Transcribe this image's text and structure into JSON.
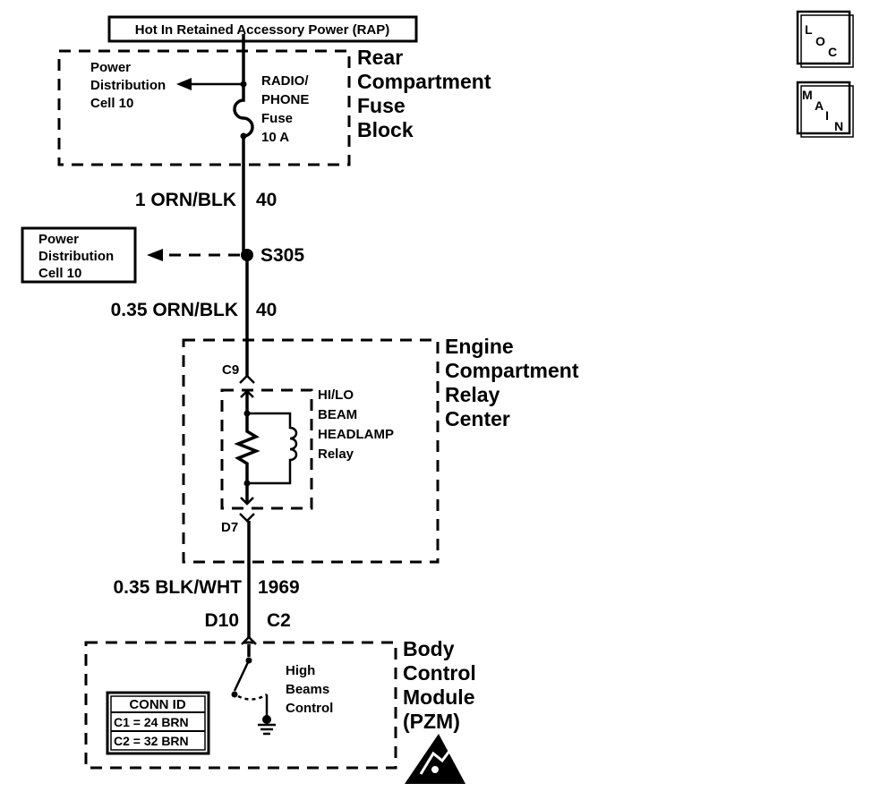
{
  "header": {
    "title": "Hot In Retained Accessory Power (RAP)",
    "nav_loc": [
      "L",
      "O",
      "C"
    ],
    "nav_main": [
      "M",
      "A",
      "I",
      "N"
    ]
  },
  "fuse_block": {
    "name_lines": [
      "Rear",
      "Compartment",
      "Fuse",
      "Block"
    ],
    "power_dist_lines": [
      "Power",
      "Distribution",
      "Cell 10"
    ],
    "fuse_lines": [
      "RADIO/",
      "PHONE",
      "Fuse",
      "10 A"
    ]
  },
  "wire1": {
    "gauge_color": "1 ORN/BLK",
    "circuit": "40"
  },
  "splice": {
    "label": "S305",
    "power_dist_lines": [
      "Power",
      "Distribution",
      "Cell 10"
    ]
  },
  "wire2": {
    "gauge_color": "0.35 ORN/BLK",
    "circuit": "40"
  },
  "relay_center": {
    "name_lines": [
      "Engine",
      "Compartment",
      "Relay",
      "Center"
    ],
    "connector_top": "C9",
    "connector_bottom": "D7",
    "relay_lines": [
      "HI/LO",
      "BEAM",
      "HEADLAMP",
      "Relay"
    ]
  },
  "wire3": {
    "gauge_color": "0.35 BLK/WHT",
    "circuit": "1969"
  },
  "bcm": {
    "pin": "D10",
    "connector": "C2",
    "name_lines": [
      "Body",
      "Control",
      "Module",
      "(PZM)"
    ],
    "switch_lines": [
      "High",
      "Beams",
      "Control"
    ],
    "conn_id": {
      "title": "CONN ID",
      "rows": [
        "C1 = 24 BRN",
        "C2 = 32 BRN"
      ]
    },
    "esd_icon": "esd-warning-icon"
  }
}
